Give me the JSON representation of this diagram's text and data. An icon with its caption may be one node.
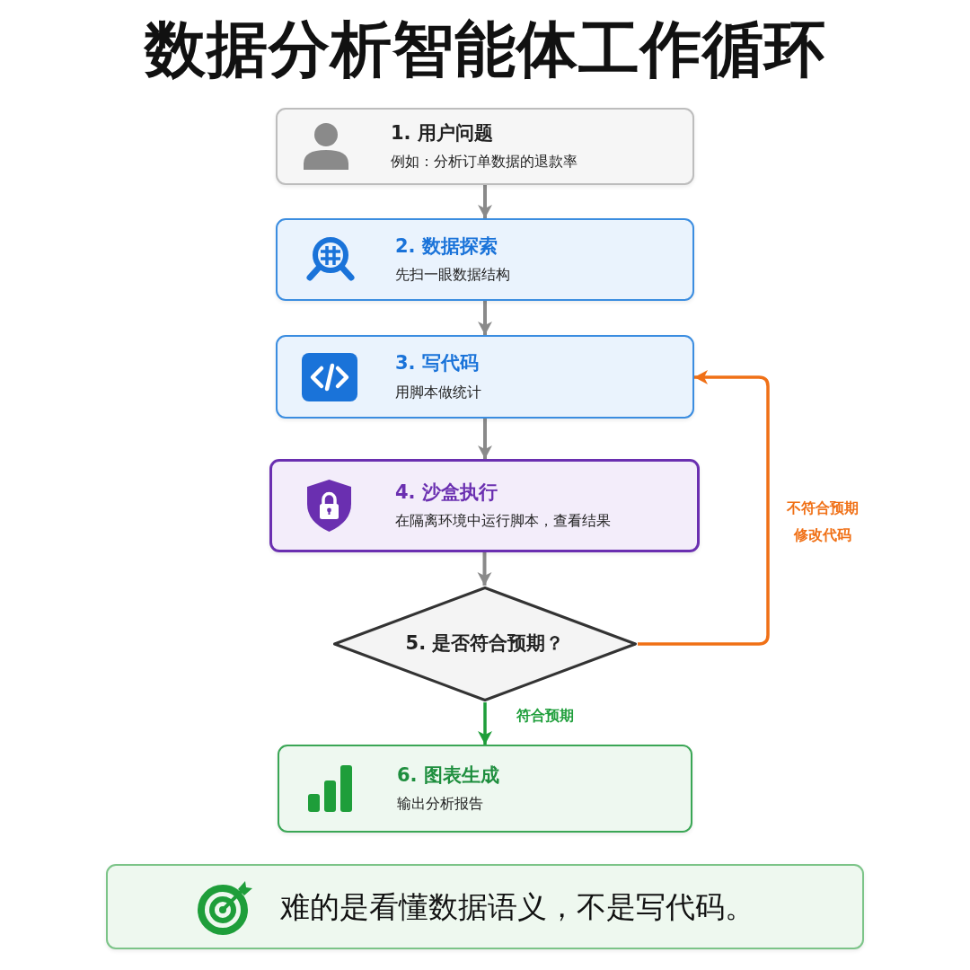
{
  "diagram": {
    "title": "数据分析智能体工作循环",
    "nodes": [
      {
        "text": [
          "1. 用户问题",
          "例如：分析订单数据的退款率"
        ]
      },
      {
        "text": [
          "2. 数据探索",
          "先扫一眼数据结构"
        ]
      },
      {
        "text": [
          "3. 写代码",
          "用脚本做统计"
        ]
      },
      {
        "text": [
          "4. 沙盒执行",
          "在隔离环境中运行脚本，查看结果"
        ]
      },
      {
        "text": [
          "5. 是否符合预期？"
        ]
      },
      {
        "text": [
          "6. 图表生成",
          "输出分析报告"
        ]
      },
      {
        "text": [
          "难的是看懂数据语义，不是写代码。"
        ]
      }
    ],
    "edges": [
      {
        "from": 0,
        "to": 1,
        "arrow": "to"
      },
      {
        "from": 1,
        "to": 2,
        "arrow": "to"
      },
      {
        "from": 2,
        "to": 3,
        "arrow": "to"
      },
      {
        "from": 3,
        "to": 4,
        "arrow": "to"
      },
      {
        "from": 4,
        "to": 5,
        "arrow": "to",
        "label": "符合预期",
        "color": "#1e9e3a"
      },
      {
        "from": 4,
        "to": 2,
        "arrow": "to",
        "label": "不符合预期修改代码",
        "color": "#f07016"
      }
    ]
  }
}
